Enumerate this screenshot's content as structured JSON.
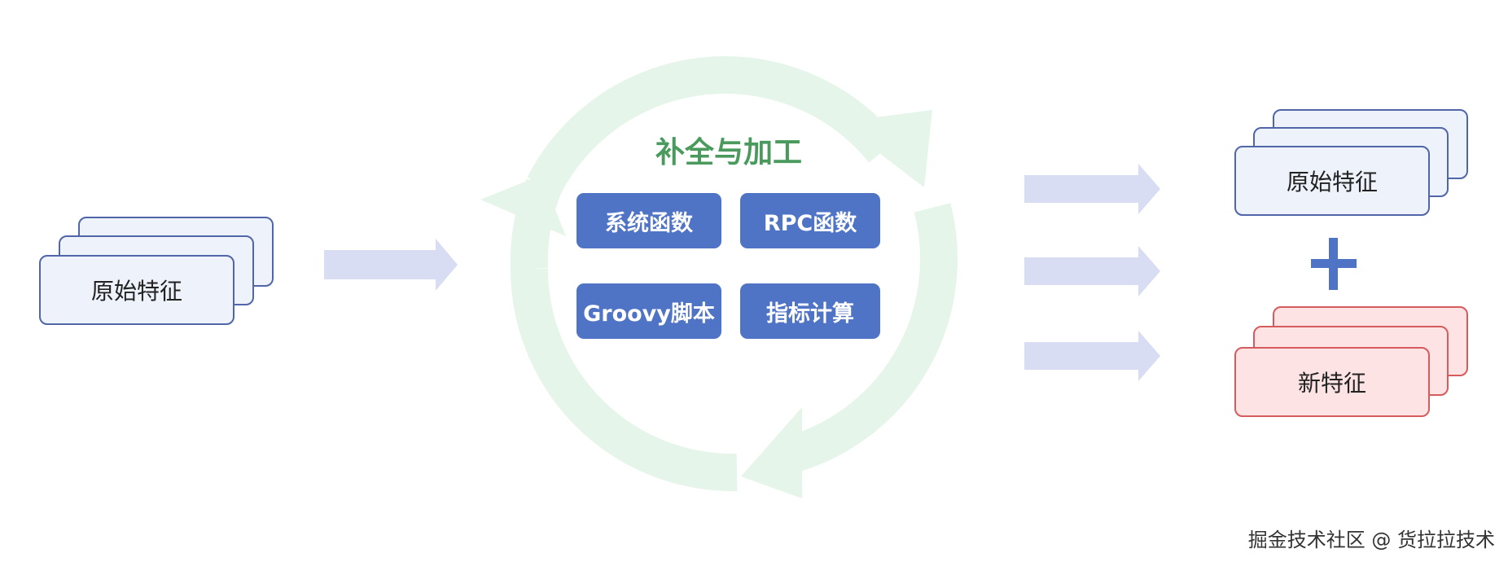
{
  "left_stack": {
    "label": "原始特征"
  },
  "center": {
    "title": "补全与加工",
    "functions": [
      "系统函数",
      "RPC函数",
      "Groovy脚本",
      "指标计算"
    ]
  },
  "right_top_stack": {
    "label": "原始特征"
  },
  "right_bottom_stack": {
    "label": "新特征"
  },
  "plus": "+",
  "footer": "掘金技术社区 @ 货拉拉技术",
  "colors": {
    "card_blue_fill": "#eef2fb",
    "card_blue_border": "#5066a8",
    "card_red_fill": "#fde3e4",
    "card_red_border": "#d65b5d",
    "function_box": "#4f73c5",
    "title_green": "#4a9a5e",
    "cycle_green": "#e6f5e9",
    "flow_arrow": "#d8ddf3"
  }
}
